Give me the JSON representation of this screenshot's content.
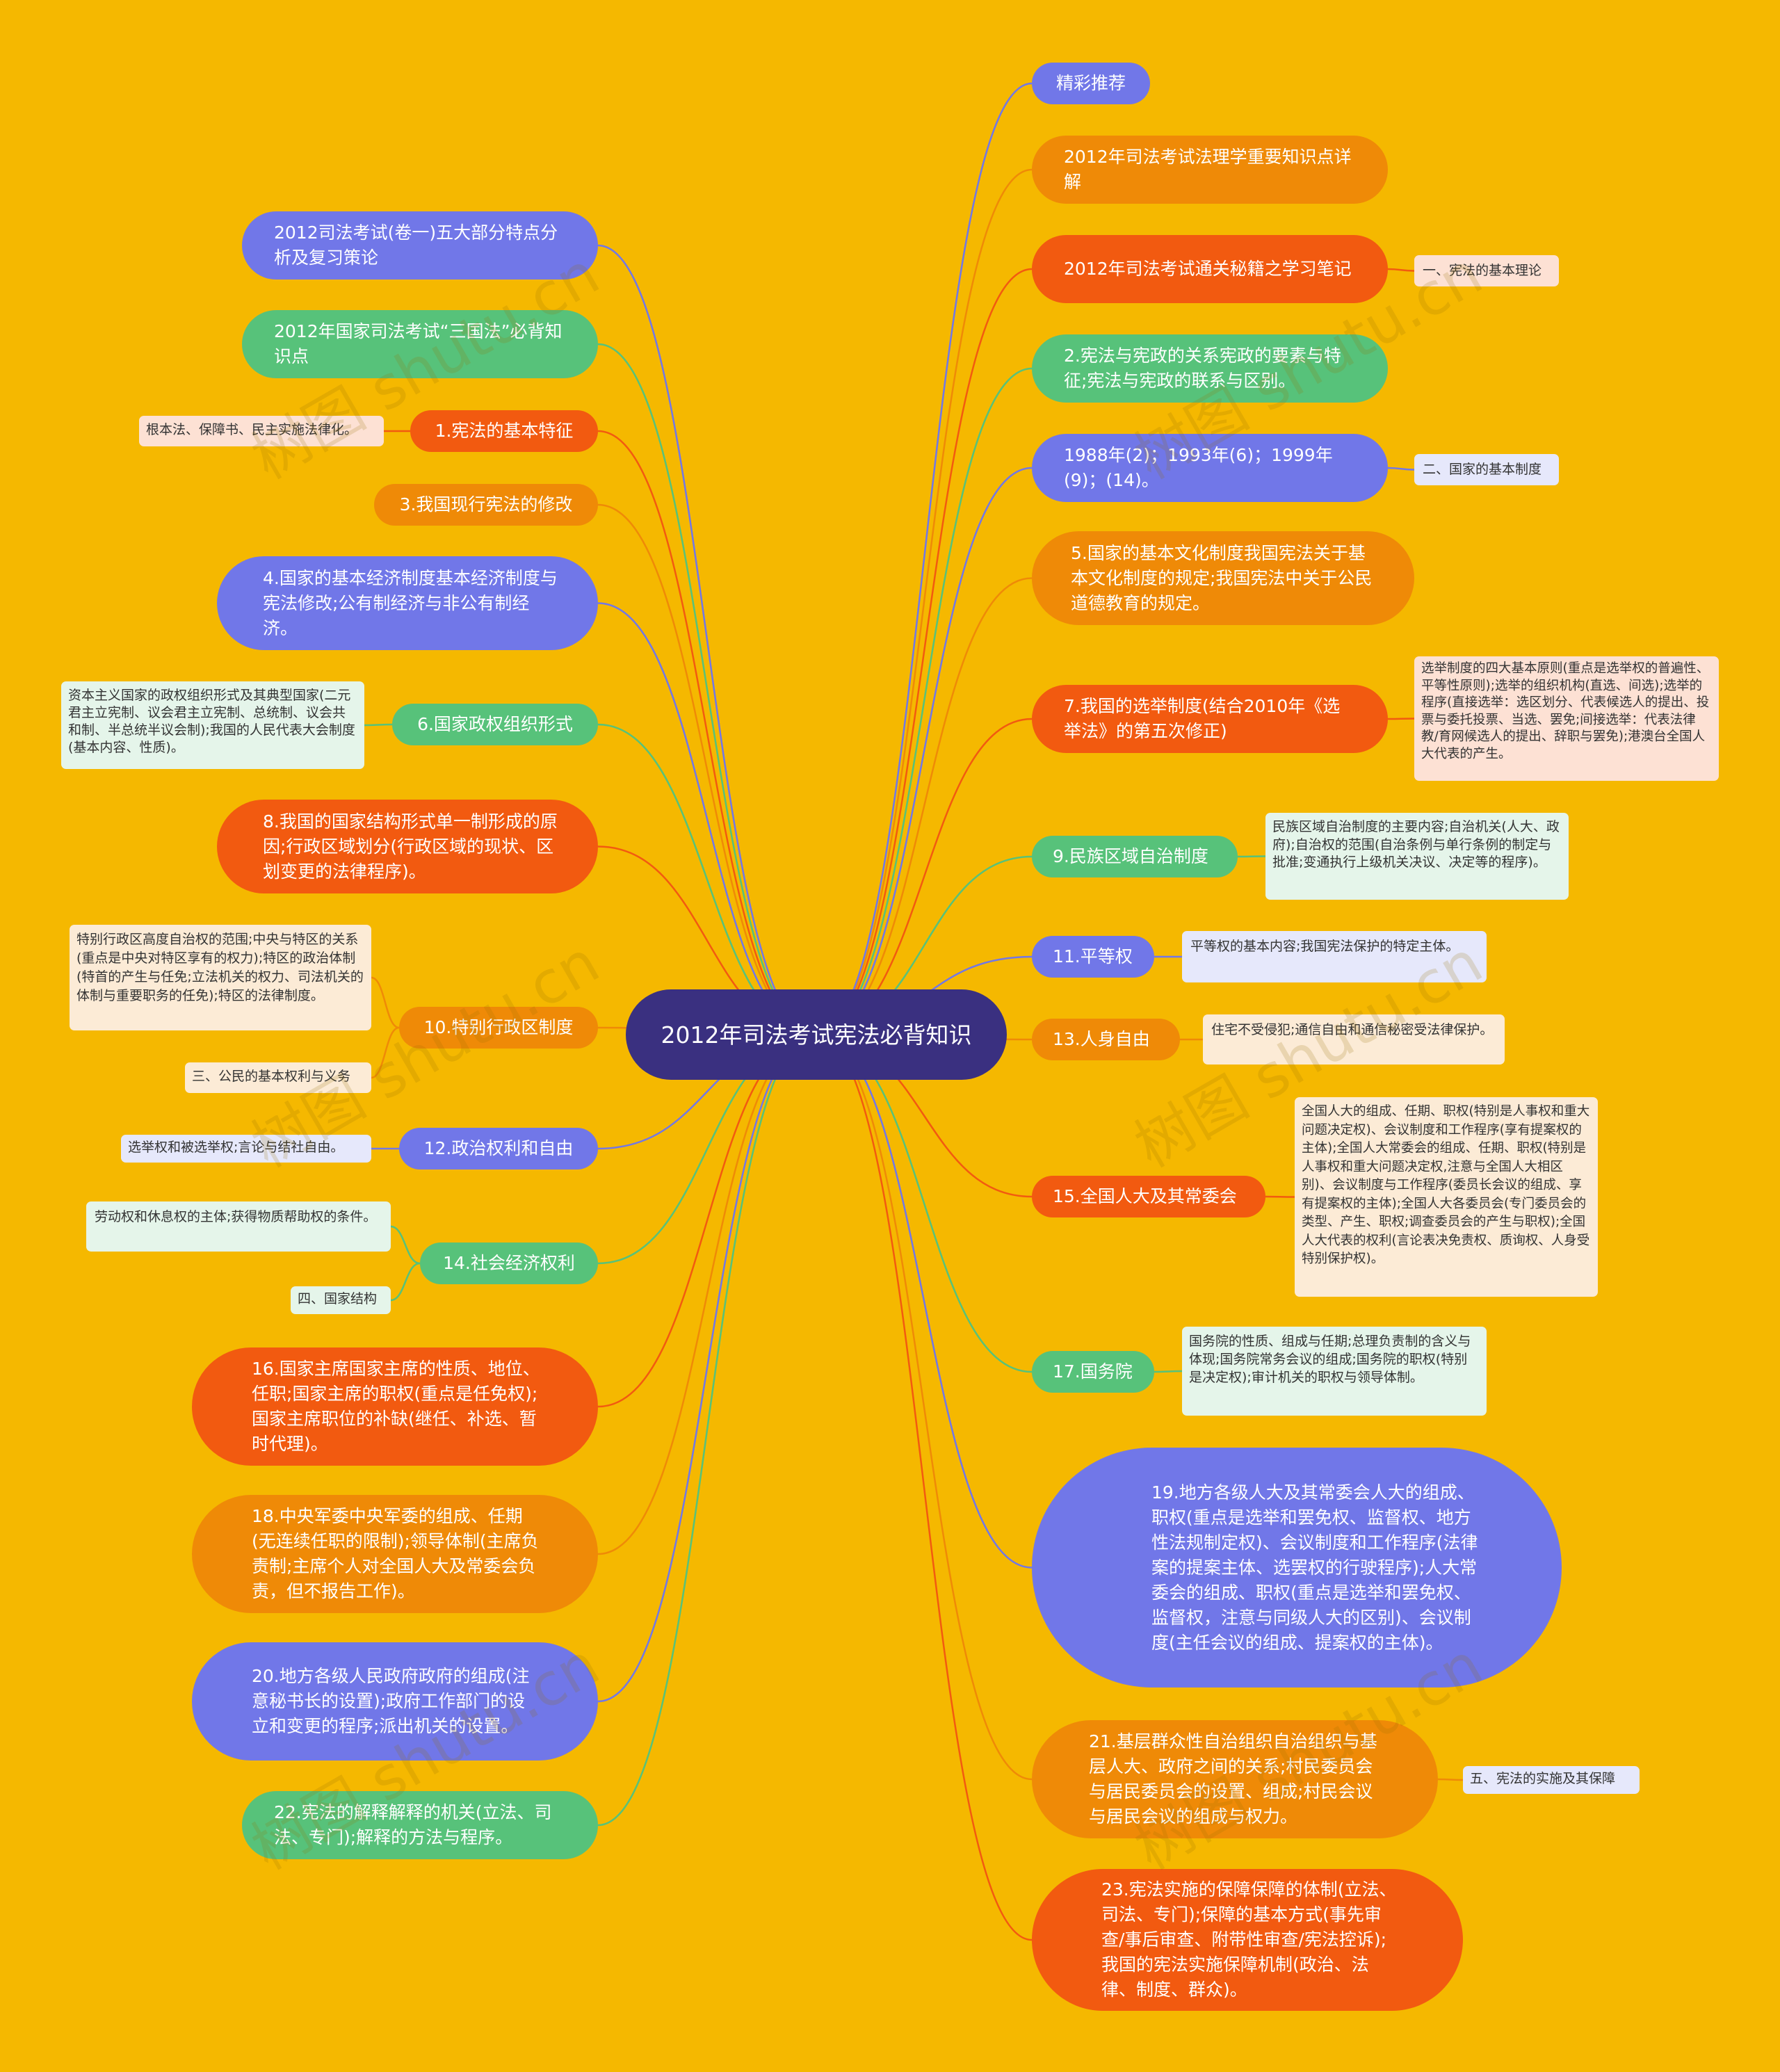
{
  "root": {
    "title": "2012年司法考试宪法必背知识"
  },
  "colors": {
    "background": "#F5B800",
    "root": "#3A3080",
    "blue": "#7177E8",
    "green": "#57C27A",
    "orange": "#EF8A07",
    "red": "#F25A10"
  },
  "right": [
    {
      "text": "精彩推荐",
      "color": "blue"
    },
    {
      "text": "2012年司法考试法理学重要知识点详解",
      "color": "orange"
    },
    {
      "text": "2012年司法考试通关秘籍之学习笔记",
      "color": "red",
      "leaf": "一、宪法的基本理论"
    },
    {
      "text": "2.宪法与宪政的关系宪政的要素与特征;宪法与宪政的联系与区别。",
      "color": "green"
    },
    {
      "text": "1988年(2)；1993年(6)；1999年(9)；(14)。",
      "color": "blue",
      "leaf": "二、国家的基本制度"
    },
    {
      "text": "5.国家的基本文化制度我国宪法关于基本文化制度的规定;我国宪法中关于公民道德教育的规定。",
      "color": "orange"
    },
    {
      "text": "7.我国的选举制度(结合2010年《选举法》的第五次修正)",
      "color": "red",
      "leaf": "选举制度的四大基本原则(重点是选举权的普遍性、平等性原则);选举的组织机构(直选、间选);选举的程序(直接选举：选区划分、代表候选人的提出、投票与委托投票、当选、罢免;间接选举：代表法律教/育网候选人的提出、辞职与罢免);港澳台全国人大代表的产生。"
    },
    {
      "text": "9.民族区域自治制度",
      "color": "green",
      "leaf": "民族区域自治制度的主要内容;自治机关(人大、政府);自治权的范围(自治条例与单行条例的制定与批准;变通执行上级机关决议、决定等的程序)。"
    },
    {
      "text": "11.平等权",
      "color": "blue",
      "leaf": "平等权的基本内容;我国宪法保护的特定主体。"
    },
    {
      "text": "13.人身自由",
      "color": "orange",
      "leaf": "住宅不受侵犯;通信自由和通信秘密受法律保护。"
    },
    {
      "text": "15.全国人大及其常委会",
      "color": "red",
      "leaf": "全国人大的组成、任期、职权(特别是人事权和重大问题决定权)、会议制度和工作程序(享有提案权的主体);全国人大常委会的组成、任期、职权(特别是人事权和重大问题决定权,注意与全国人大相区别)、会议制度与工作程序(委员长会议的组成、享有提案权的主体);全国人大各委员会(专门委员会的类型、产生、职权;调查委员会的产生与职权);全国人大代表的权利(言论表决免责权、质询权、人身受特别保护权)。"
    },
    {
      "text": "17.国务院",
      "color": "green",
      "leaf": "国务院的性质、组成与任期;总理负责制的含义与体现;国务院常务会议的组成;国务院的职权(特别是决定权);审计机关的职权与领导体制。"
    },
    {
      "text": "19.地方各级人大及其常委会人大的组成、职权(重点是选举和罢免权、监督权、地方性法规制定权)、会议制度和工作程序(法律案的提案主体、选罢权的行驶程序);人大常委会的组成、职权(重点是选举和罢免权、监督权，注意与同级人大的区别)、会议制度(主任会议的组成、提案权的主体)。",
      "color": "blue"
    },
    {
      "text": "21.基层群众性自治组织自治组织与基层人大、政府之间的关系;村民委员会与居民委员会的设置、组成;村民会议与居民会议的组成与权力。",
      "color": "orange",
      "leaf": "五、宪法的实施及其保障"
    },
    {
      "text": "23.宪法实施的保障保障的体制(立法、司法、专门);保障的基本方式(事先审查/事后审查、附带性审查/宪法控诉);我国的宪法实施保障机制(政治、法律、制度、群众)。",
      "color": "red"
    }
  ],
  "left": [
    {
      "text": "2012司法考试(卷一)五大部分特点分析及复习策论",
      "color": "blue"
    },
    {
      "text": "2012年国家司法考试“三国法”必背知识点",
      "color": "green"
    },
    {
      "text": "1.宪法的基本特征",
      "color": "red",
      "leaf": "根本法、保障书、民主实施法律化。"
    },
    {
      "text": "3.我国现行宪法的修改",
      "color": "orange"
    },
    {
      "text": "4.国家的基本经济制度基本经济制度与宪法修改;公有制经济与非公有制经济。",
      "color": "blue"
    },
    {
      "text": "6.国家政权组织形式",
      "color": "green",
      "leaf": "资本主义国家的政权组织形式及其典型国家(二元君主立宪制、议会君主立宪制、总统制、议会共和制、半总统半议会制);我国的人民代表大会制度(基本内容、性质)。"
    },
    {
      "text": "8.我国的国家结构形式单一制形成的原因;行政区域划分(行政区域的现状、区划变更的法律程序)。",
      "color": "red"
    },
    {
      "text": "10.特别行政区制度",
      "color": "orange",
      "leaves": [
        "特别行政区高度自治权的范围;中央与特区的关系(重点是中央对特区享有的权力);特区的政治体制(特首的产生与任免;立法机关的权力、司法机关的体制与重要职务的任免);特区的法律制度。",
        "三、公民的基本权利与义务"
      ]
    },
    {
      "text": "12.政治权利和自由",
      "color": "blue",
      "leaf": "选举权和被选举权;言论与结社自由。"
    },
    {
      "text": "14.社会经济权利",
      "color": "green",
      "leaves": [
        "劳动权和休息权的主体;获得物质帮助权的条件。",
        "四、国家结构"
      ]
    },
    {
      "text": "16.国家主席国家主席的性质、地位、任职;国家主席的职权(重点是任免权);国家主席职位的补缺(继任、补选、暂时代理)。",
      "color": "red"
    },
    {
      "text": "18.中央军委中央军委的组成、任期(无连续任职的限制);领导体制(主席负责制;主席个人对全国人大及常委会负责，但不报告工作)。",
      "color": "orange"
    },
    {
      "text": "20.地方各级人民政府政府的组成(注意秘书长的设置);政府工作部门的设立和变更的程序;派出机关的设置。",
      "color": "blue"
    },
    {
      "text": "22.宪法的解释解释的机关(立法、司法、专门);解释的方法与程序。",
      "color": "green"
    }
  ],
  "watermark": "树图 shutu.cn"
}
